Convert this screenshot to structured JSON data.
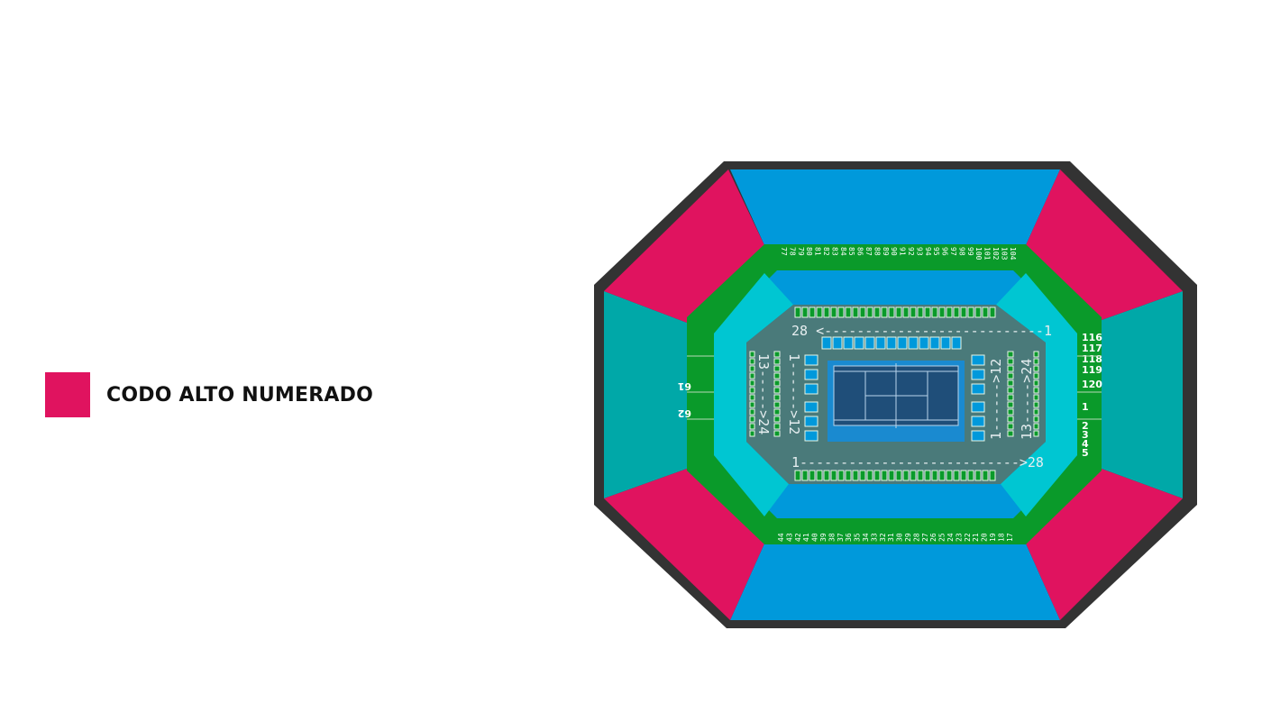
{
  "legend": {
    "label": "CODO ALTO NUMERADO",
    "color": "#e0135f"
  },
  "map": {
    "colors": {
      "border": "#333333",
      "pink": "#e0135f",
      "blue": "#0099db",
      "teal": "#00a8a8",
      "green": "#0a9a2a",
      "cyan": "#00c6d2",
      "floor": "#4a7a7a",
      "court": "#1a8ad0",
      "court_inner": "#1f4e79"
    },
    "top_rows": [
      "77",
      "78",
      "79",
      "80",
      "81",
      "82",
      "83",
      "84",
      "85",
      "86",
      "87",
      "88",
      "89",
      "90",
      "91",
      "92",
      "93",
      "94",
      "95",
      "96",
      "97",
      "98",
      "99",
      "100",
      "101",
      "102",
      "103",
      "104"
    ],
    "bottom_rows": [
      "44",
      "43",
      "42",
      "41",
      "40",
      "39",
      "38",
      "37",
      "36",
      "35",
      "34",
      "33",
      "32",
      "31",
      "30",
      "29",
      "28",
      "27",
      "26",
      "25",
      "24",
      "23",
      "22",
      "21",
      "20",
      "19",
      "18",
      "17"
    ],
    "left_labels": [
      "61",
      "62"
    ],
    "right_labels": [
      "116",
      "117",
      "118",
      "119",
      "120",
      "1",
      "2",
      "3",
      "4",
      "5"
    ],
    "arrows": {
      "top": "28 <---------------------------1",
      "bottom": "1--------------------------->28",
      "left_inner": "1------>12",
      "left_outer": "13----->24",
      "right_inner": "1------>12",
      "right_outer": "13----->24"
    }
  }
}
